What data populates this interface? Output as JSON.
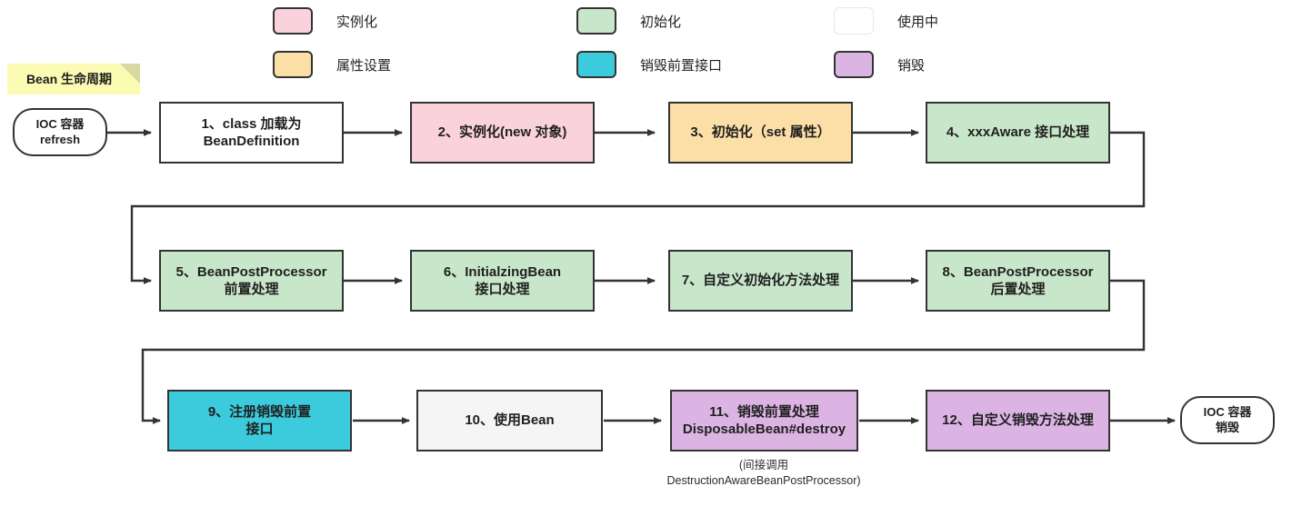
{
  "title_note": {
    "text": "Bean 生命周期",
    "bg": "#fbfbb4"
  },
  "legend": {
    "items": [
      {
        "label": "实例化",
        "color": "#fad2dc",
        "name": "legend-instantiate"
      },
      {
        "label": "初始化",
        "color": "#c8e6c9",
        "name": "legend-initialize"
      },
      {
        "label": "使用中",
        "color": "#ffffff",
        "name": "legend-in-use"
      },
      {
        "label": "属性设置",
        "color": "#fbdfa7",
        "name": "legend-property-set"
      },
      {
        "label": "销毁前置接口",
        "color": "#3ccbdd",
        "name": "legend-predestroy-interface"
      },
      {
        "label": "销毁",
        "color": "#dcb4e4",
        "name": "legend-destroy"
      }
    ]
  },
  "nodes": {
    "start": {
      "label": "IOC 容器\nrefresh",
      "fill": "#ffffff"
    },
    "end": {
      "label": "IOC 容器\n销毁",
      "fill": "#ffffff"
    },
    "s1": {
      "label": "1、class 加载为\nBeanDefinition",
      "fill": "#ffffff"
    },
    "s2": {
      "label": "2、实例化(new 对象)",
      "fill": "#fad2dc"
    },
    "s3": {
      "label": "3、初始化（set 属性）",
      "fill": "#fbdfa7"
    },
    "s4": {
      "label": "4、xxxAware 接口处理",
      "fill": "#c8e6c9"
    },
    "s5": {
      "label": "5、BeanPostProcessor\n前置处理",
      "fill": "#c8e6c9"
    },
    "s6": {
      "label": "6、InitialzingBean\n接口处理",
      "fill": "#c8e6c9"
    },
    "s7": {
      "label": "7、自定义初始化方法处理",
      "fill": "#c8e6c9"
    },
    "s8": {
      "label": "8、BeanPostProcessor\n后置处理",
      "fill": "#c8e6c9"
    },
    "s9": {
      "label": "9、注册销毁前置\n接口",
      "fill": "#3ccbdd"
    },
    "s10": {
      "label": "10、使用Bean",
      "fill": "#f5f5f5"
    },
    "s11": {
      "label": "11、销毁前置处理\nDisposableBean#destroy",
      "fill": "#dcb4e4"
    },
    "s12": {
      "label": "12、自定义销毁方法处理",
      "fill": "#dcb4e4"
    }
  },
  "annotations": {
    "destroy_note": "(间接调用\nDestructionAwareBeanPostProcessor)"
  },
  "theme": {
    "stroke": "#333333",
    "text": "#1f1f1f"
  }
}
